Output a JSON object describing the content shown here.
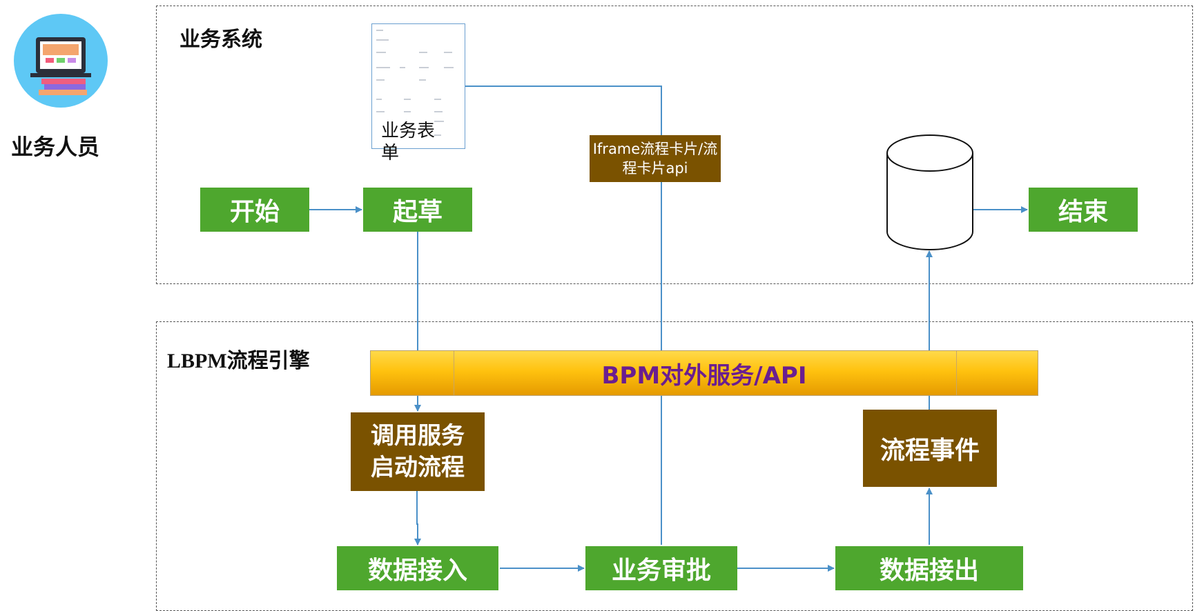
{
  "regions": {
    "business_system": "业务系统",
    "engine": "LBPM流程引擎"
  },
  "actor": {
    "label": "业务人员",
    "icon": "laptop-avatar-icon"
  },
  "nodes": {
    "start": "开始",
    "draft": "起草",
    "end": "结束",
    "form_label": "业务表单",
    "iframe_card": "Iframe流程卡片/流程卡片api",
    "invoke_service": "调用服务启动流程",
    "process_event": "流程事件",
    "data_in": "数据接入",
    "approval": "业务审批",
    "data_out": "数据接出",
    "database_icon": "database-cylinder-icon"
  },
  "bpm_bar": "BPM对外服务/API",
  "colors": {
    "green": "#4ea72e",
    "brown": "#7a5200",
    "arrow": "#4a90c8",
    "bar_purple": "#6a1e90",
    "bar_gold": "#ffc20f"
  }
}
